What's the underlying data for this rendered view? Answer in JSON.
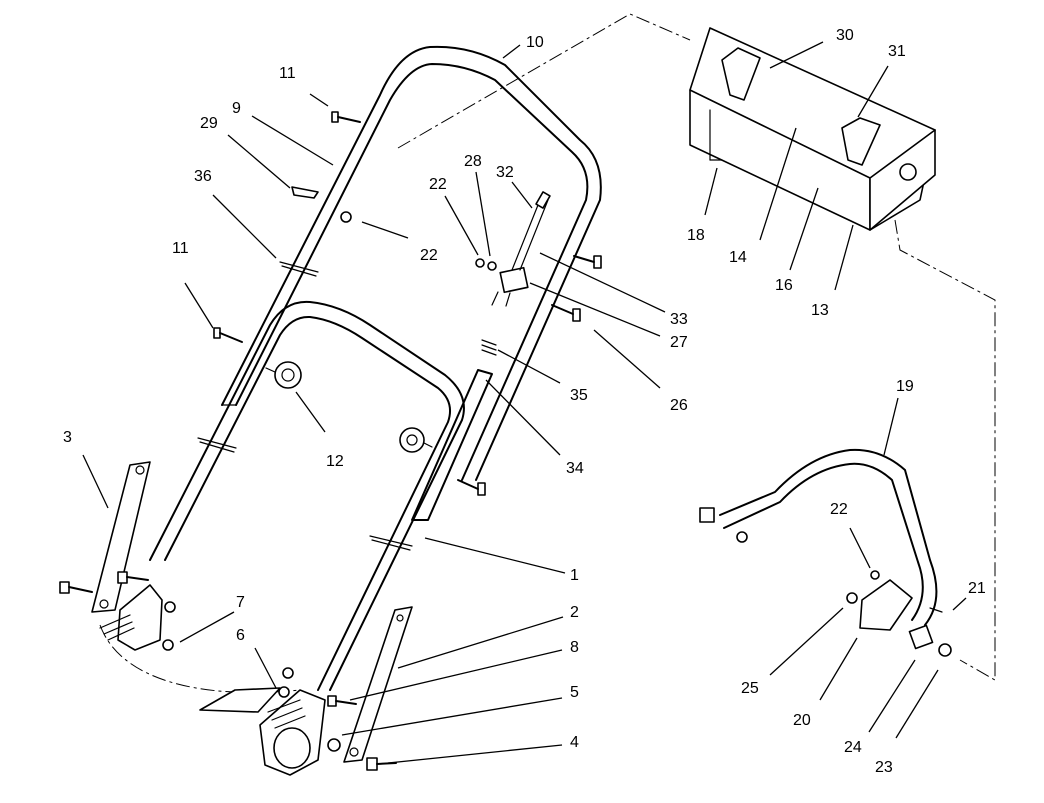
{
  "callouts": [
    {
      "id": "c1",
      "text": "1"
    },
    {
      "id": "c2",
      "text": "2"
    },
    {
      "id": "c3",
      "text": "3"
    },
    {
      "id": "c4",
      "text": "4"
    },
    {
      "id": "c5",
      "text": "5"
    },
    {
      "id": "c6",
      "text": "6"
    },
    {
      "id": "c7",
      "text": "7"
    },
    {
      "id": "c8",
      "text": "8"
    },
    {
      "id": "c9",
      "text": "9"
    },
    {
      "id": "c10",
      "text": "10"
    },
    {
      "id": "c11a",
      "text": "11"
    },
    {
      "id": "c11b",
      "text": "11"
    },
    {
      "id": "c12",
      "text": "12"
    },
    {
      "id": "c13",
      "text": "13"
    },
    {
      "id": "c14",
      "text": "14"
    },
    {
      "id": "c16",
      "text": "16"
    },
    {
      "id": "c18",
      "text": "18"
    },
    {
      "id": "c19",
      "text": "19"
    },
    {
      "id": "c20",
      "text": "20"
    },
    {
      "id": "c21",
      "text": "21"
    },
    {
      "id": "c22a",
      "text": "22"
    },
    {
      "id": "c22b",
      "text": "22"
    },
    {
      "id": "c22c",
      "text": "22"
    },
    {
      "id": "c23",
      "text": "23"
    },
    {
      "id": "c24",
      "text": "24"
    },
    {
      "id": "c25",
      "text": "25"
    },
    {
      "id": "c26",
      "text": "26"
    },
    {
      "id": "c27",
      "text": "27"
    },
    {
      "id": "c28",
      "text": "28"
    },
    {
      "id": "c29",
      "text": "29"
    },
    {
      "id": "c30",
      "text": "30"
    },
    {
      "id": "c31",
      "text": "31"
    },
    {
      "id": "c32",
      "text": "32"
    },
    {
      "id": "c33",
      "text": "33"
    },
    {
      "id": "c34",
      "text": "34"
    },
    {
      "id": "c35",
      "text": "35"
    },
    {
      "id": "c36",
      "text": "36"
    }
  ]
}
